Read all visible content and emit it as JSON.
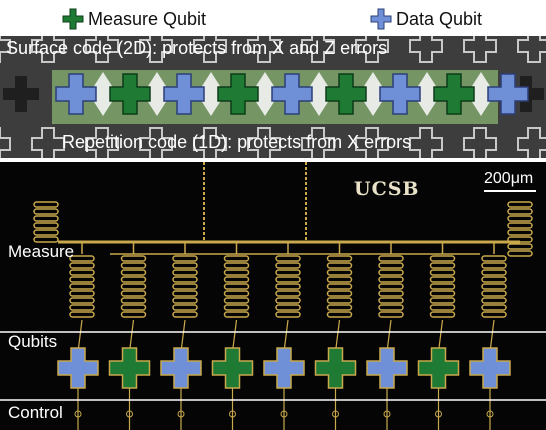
{
  "legend": {
    "measure_label": "Measure Qubit",
    "data_label": "Data Qubit",
    "measure_color": "#1f7a33",
    "data_color": "#6f8fd6"
  },
  "code_panel": {
    "surface_label": "Surface code (2D): protects from X and Z errors",
    "repetition_label": "Repetition code (1D): protects from X errors",
    "qubit_sequence": [
      "data",
      "measure",
      "data",
      "measure",
      "data",
      "measure",
      "data",
      "measure",
      "data"
    ]
  },
  "chip": {
    "logo": "UCSB",
    "scale_bar": "200μm",
    "section_labels": [
      "Measure",
      "Qubits",
      "Control"
    ],
    "qubit_sequence": [
      "data",
      "measure",
      "data",
      "measure",
      "data",
      "measure",
      "data",
      "measure",
      "data"
    ]
  },
  "colors": {
    "panel_bg": "#3d3d3d",
    "highlight_band": "#7fa46b",
    "chip_bg": "#050505",
    "gold_trace": "#c9a94c",
    "section_line": "#ffffff"
  }
}
